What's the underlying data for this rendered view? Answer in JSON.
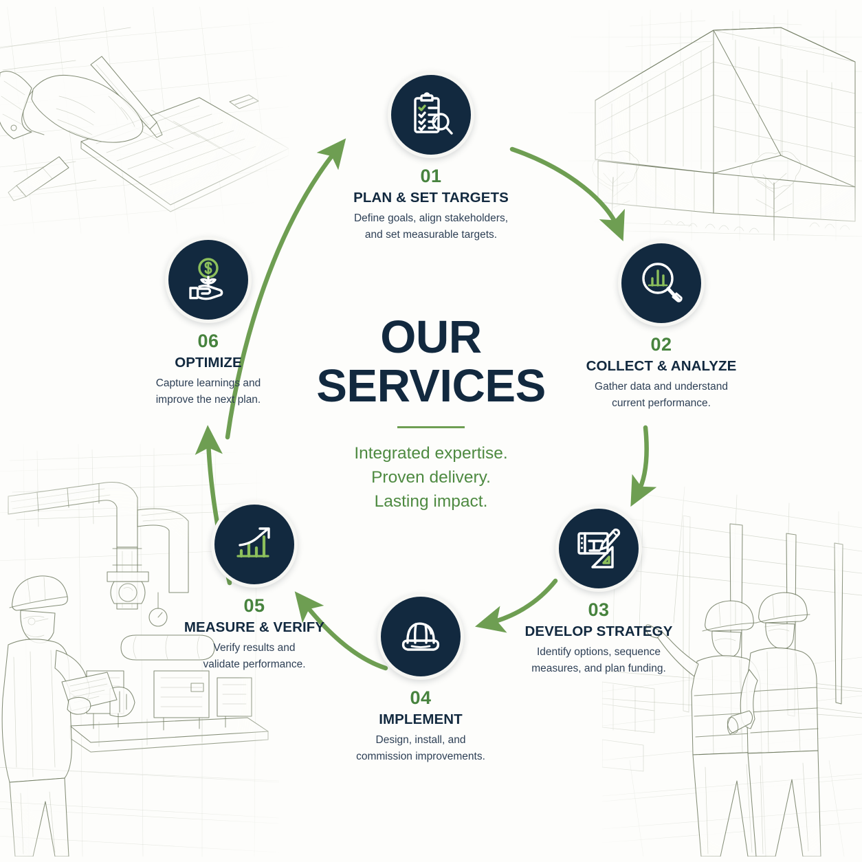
{
  "center": {
    "title_line1": "OUR",
    "title_line2": "SERVICES",
    "tagline_line1": "Integrated expertise.",
    "tagline_line2": "Proven delivery.",
    "tagline_line3": "Lasting impact."
  },
  "colors": {
    "navy": "#12293F",
    "accent_green": "#6E9E52",
    "number_green": "#47833E",
    "icon_green": "#8CBF5C",
    "background": "#FDFDFB",
    "body_text": "#2D3F55"
  },
  "steps": [
    {
      "number": "01",
      "title": "PLAN & SET TARGETS",
      "desc_line1": "Define goals, align stakeholders,",
      "desc_line2": "and set measurable targets.",
      "icon": "clipboard-checklist-magnifier-icon"
    },
    {
      "number": "02",
      "title": "COLLECT & ANALYZE",
      "desc_line1": "Gather data and understand",
      "desc_line2": "current performance.",
      "icon": "magnifier-bar-chart-icon"
    },
    {
      "number": "03",
      "title": "DEVELOP STRATEGY",
      "desc_line1": "Identify options, sequence",
      "desc_line2": "measures, and plan funding.",
      "icon": "blueprint-pencil-ruler-icon"
    },
    {
      "number": "04",
      "title": "IMPLEMENT",
      "desc_line1": "Design, install, and",
      "desc_line2": "commission improvements.",
      "icon": "hard-hat-icon"
    },
    {
      "number": "05",
      "title": "MEASURE & VERIFY",
      "desc_line1": "Verify results and",
      "desc_line2": "validate performance.",
      "icon": "growth-bar-chart-arrow-icon"
    },
    {
      "number": "06",
      "title": "OPTIMIZE",
      "desc_line1": "Capture learnings and",
      "desc_line2": "improve the next plan.",
      "icon": "hand-coin-plant-icon"
    }
  ],
  "background_illustrations": [
    {
      "name": "hand-drafting-blueprint-sketch",
      "position": "top-left"
    },
    {
      "name": "modern-office-building-sketch",
      "position": "top-right"
    },
    {
      "name": "engineer-inspecting-pumps-sketch",
      "position": "bottom-left"
    },
    {
      "name": "two-workers-on-site-sketch",
      "position": "bottom-right"
    }
  ],
  "arrows": [
    {
      "name": "arrow-06-to-01",
      "from": "06",
      "to": "01"
    },
    {
      "name": "arrow-01-to-02",
      "from": "01",
      "to": "02"
    },
    {
      "name": "arrow-02-to-03",
      "from": "02",
      "to": "03"
    },
    {
      "name": "arrow-03-to-04",
      "from": "03",
      "to": "04"
    },
    {
      "name": "arrow-04-to-05",
      "from": "04",
      "to": "05"
    },
    {
      "name": "arrow-05-to-06",
      "from": "05",
      "to": "06"
    }
  ]
}
